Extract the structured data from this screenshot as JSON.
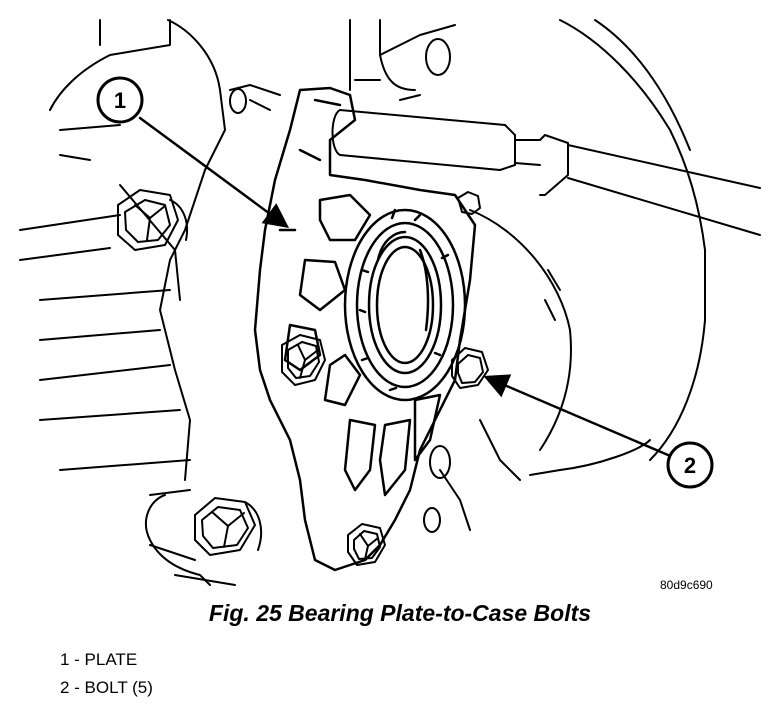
{
  "figure": {
    "reference_code": "80d9c690",
    "caption": "Fig. 25 Bearing Plate-to-Case Bolts",
    "callouts": [
      "1",
      "2"
    ]
  },
  "legend": [
    {
      "number": "1",
      "text": "1 - PLATE"
    },
    {
      "number": "2",
      "text": "2 - BOLT (5)"
    }
  ]
}
